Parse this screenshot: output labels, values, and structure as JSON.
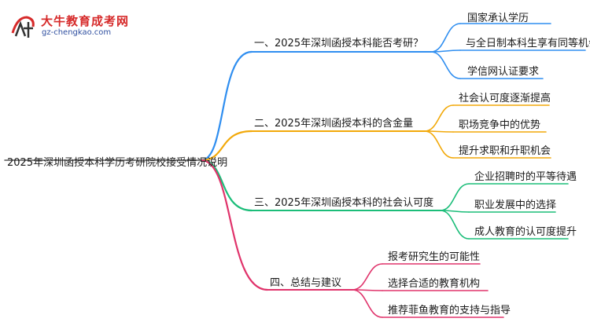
{
  "logo": {
    "title": "大牛教育成考网",
    "url": "gz-chengkao.com",
    "mark_glyph": "大牛"
  },
  "root": "2025年深圳函授本科学历考研院校接受情况说明",
  "branches": [
    {
      "label": "一、2025年深圳函授本科能否考研？",
      "color": "#2f8ef0",
      "children": [
        "国家承认学历",
        "与全日制本科生享有同等机会",
        "学信网认证要求"
      ]
    },
    {
      "label": "二、2025年深圳函授本科的含金量",
      "color": "#f2a90a",
      "children": [
        "社会认可度逐渐提高",
        "职场竞争中的优势",
        "提升求职和升职机会"
      ]
    },
    {
      "label": "三、2025年深圳函授本科的社会认可度",
      "color": "#1bbd79",
      "children": [
        "企业招聘时的平等待遇",
        "职业发展中的选择",
        "成人教育的认可度提升"
      ]
    },
    {
      "label": "四、总结与建议",
      "color": "#e0336b",
      "children": [
        "报考研究生的可能性",
        "选择合适的教育机构",
        "推荐菲鱼教育的支持与指导"
      ]
    }
  ]
}
